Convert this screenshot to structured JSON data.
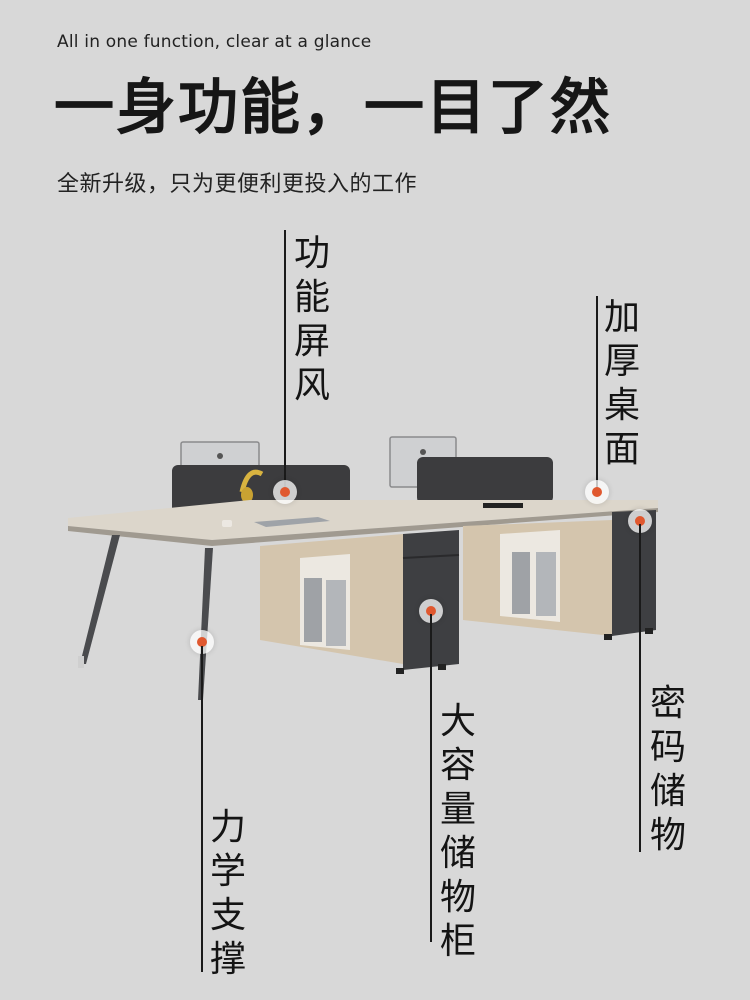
{
  "header": {
    "subtitle_en": "All in one function, clear at a glance",
    "title": "一身功能，一目了然",
    "tagline": "全新升级，只为更便利更投入的工作"
  },
  "callouts": {
    "screen": "功能屏风",
    "desktop": "加厚桌面",
    "code_storage": "密码储物",
    "large_storage": "大容量储物柜",
    "support": "力学支撑"
  },
  "colors": {
    "background": "#d8d8d8",
    "marker": "#e0582f",
    "desk_top": "#d9d3c8",
    "wood": "#d4c5ad",
    "cabinet_dark": "#3e3f42",
    "screen_panel": "#3c3c3e"
  },
  "icons": {
    "marker": "target-dot-icon"
  }
}
